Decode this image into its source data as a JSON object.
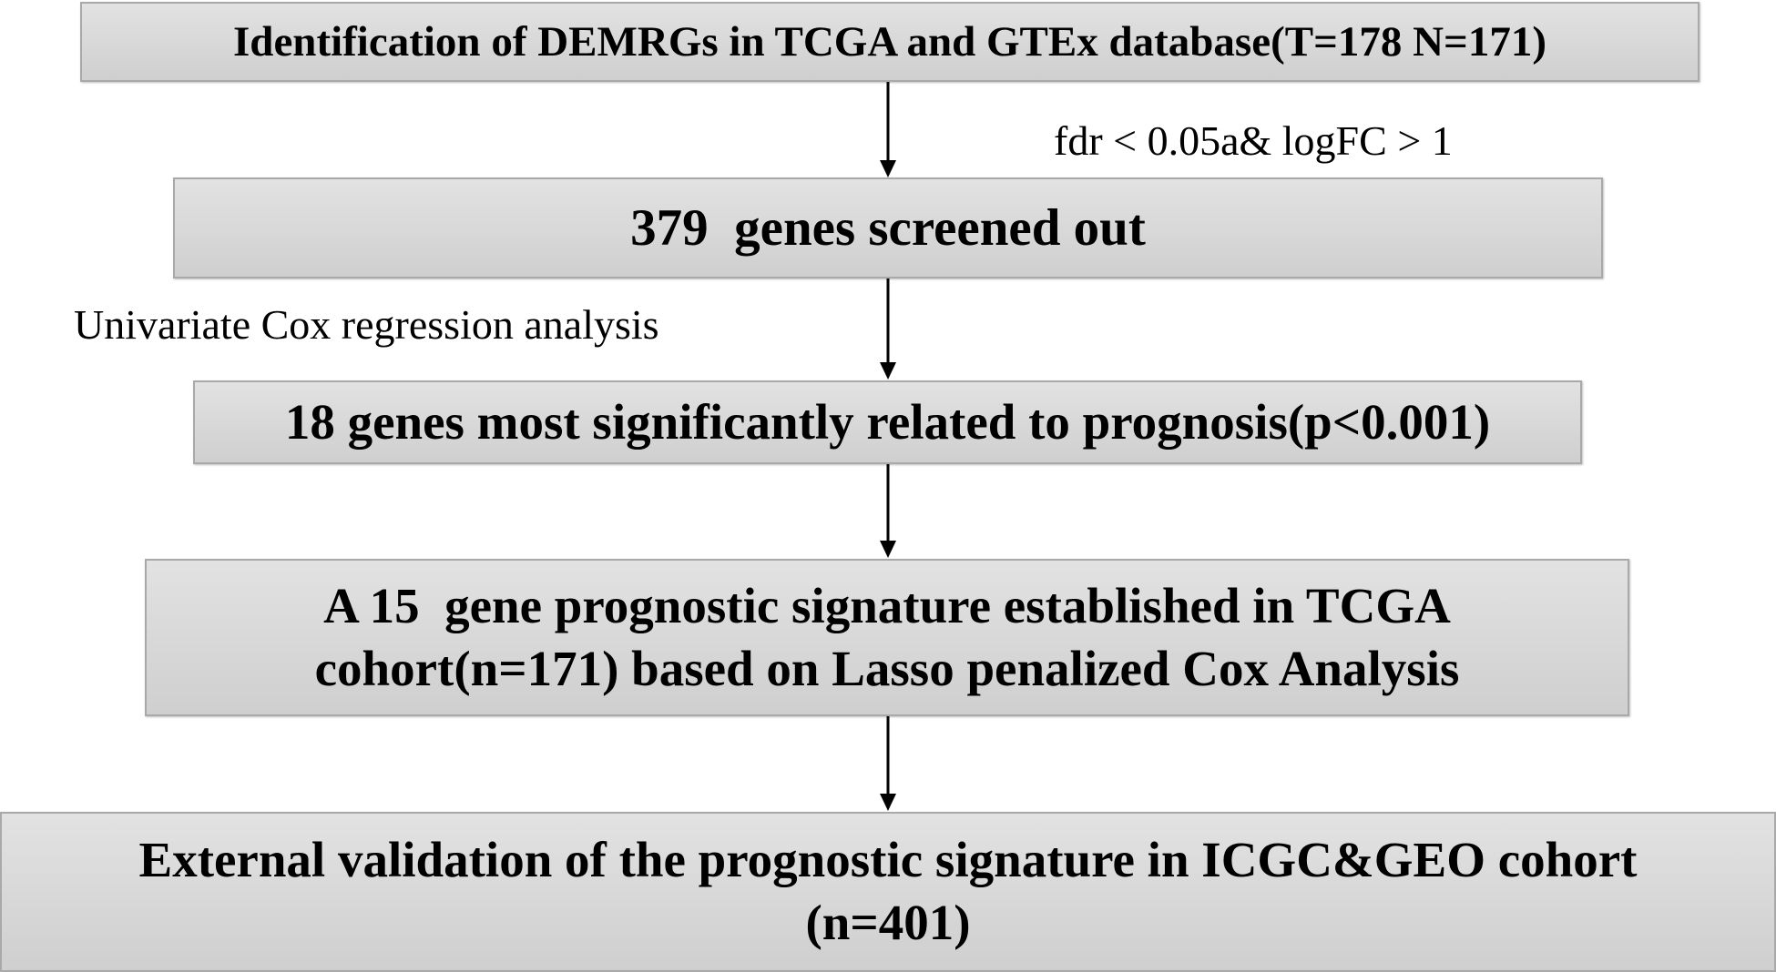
{
  "steps": [
    {
      "lines": [
        "Identification of DEMRGs in TCGA and GTEx database(T=178 N=171)"
      ]
    },
    {
      "lines": [
        "379  genes screened out"
      ]
    },
    {
      "lines": [
        "18 genes most significantly related to prognosis(p<0.001)"
      ]
    },
    {
      "lines": [
        "A 15  gene prognostic signature established in TCGA",
        "cohort(n=171) based on Lasso penalized Cox Analysis"
      ]
    },
    {
      "lines": [
        "External validation of the prognostic signature in ICGC&GEO cohort",
        "(n=401)"
      ]
    }
  ],
  "edge_labels": {
    "filter": "fdr < 0.05a& logFC > 1",
    "univariate": "Univariate Cox regression analysis"
  },
  "colors": {
    "box_fill": "#d8d8d8",
    "box_border": "#a9a9a9",
    "arrow": "#000000"
  }
}
